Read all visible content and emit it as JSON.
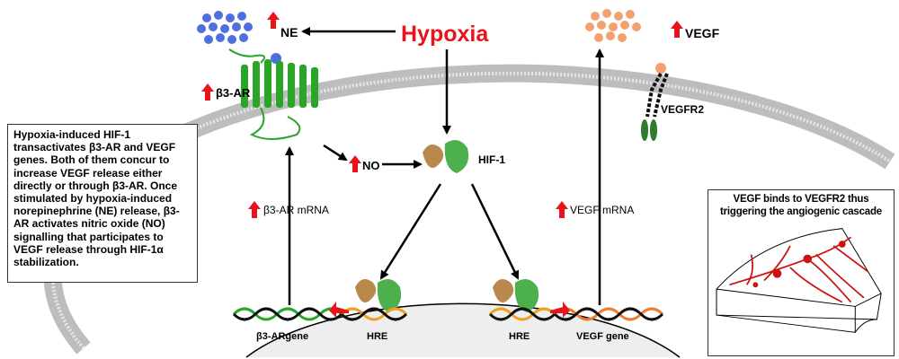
{
  "title": "Hypoxia",
  "labels": {
    "ne": "NE",
    "vegf": "VEGF",
    "b3ar": "β3-AR",
    "vegfr2": "VEGFR2",
    "no": "NO",
    "hif1": "HIF-1",
    "b3ar_mrna": "β3-AR mRNA",
    "vegf_mrna": "VEGF mRNA",
    "b3ar_gene": "β3-ARgene",
    "hre_left": "HRE",
    "hre_right": "HRE",
    "vegf_gene": "VEGF gene"
  },
  "info_box": "Hypoxia-induced HIF-1 transactivates β3-AR and VEGF genes. Both of them concur to increase VEGF release either directly or through β3-AR. Once stimulated by hypoxia-induced norepinephrine (NE) release, β3-AR activates nitric oxide (NO) signalling that participates to VEGF release through HIF-1α stabilization.",
  "vegf_box": "VEGF binds to VEGFR2 thus triggering the angiogenic cascade",
  "colors": {
    "hypoxia": "#e8141b",
    "up_arrow": "#e8141b",
    "receptor": "#2aa52a",
    "ne_ball": "#4f6fe0",
    "vegf_ball": "#f4a070",
    "vessel": "#cc1111",
    "membrane": "#c8c8c8"
  }
}
